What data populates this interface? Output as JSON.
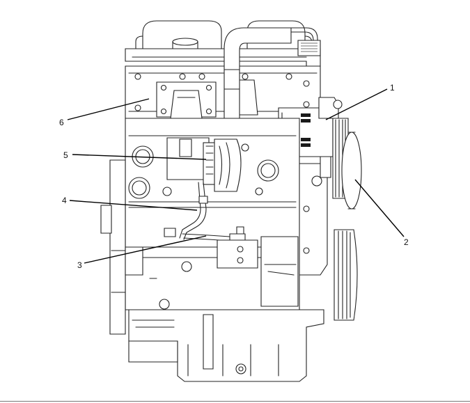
{
  "callouts": [
    {
      "id": "1",
      "text": "1"
    },
    {
      "id": "2",
      "text": "2"
    },
    {
      "id": "3",
      "text": "3"
    },
    {
      "id": "4",
      "text": "4"
    },
    {
      "id": "5",
      "text": "5"
    },
    {
      "id": "6",
      "text": "6"
    }
  ],
  "colors": {
    "line": "#222222",
    "background": "#ffffff",
    "rule": "#777777"
  }
}
